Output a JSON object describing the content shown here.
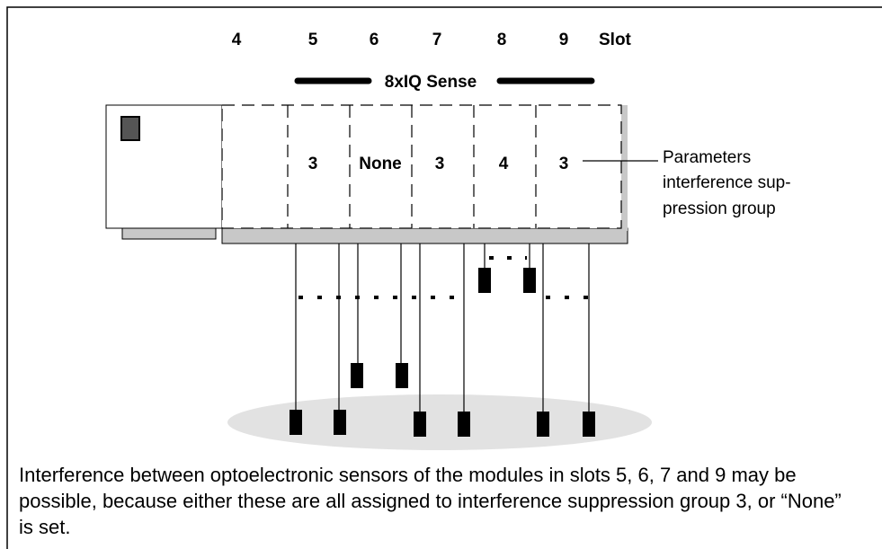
{
  "slots": {
    "numbers": [
      "4",
      "5",
      "6",
      "7",
      "8",
      "9"
    ],
    "slot_label": "Slot"
  },
  "module_label": "8xIQ Sense",
  "groups": [
    "3",
    "None",
    "3",
    "4",
    "3"
  ],
  "callout": {
    "lines": [
      "Parameters",
      "interference sup-",
      "pression group"
    ]
  },
  "caption": "Interference between optoelectronic sensors of the modules in slots 5, 6, 7 and 9 may be possible, because either these are all assigned to interference suppression group 3, or “None” is set.",
  "colors": {
    "module_shadow": "#c8c8c8",
    "surface_ellipse": "#e2e2e2",
    "led": "#555555",
    "sensor": "#000000"
  }
}
